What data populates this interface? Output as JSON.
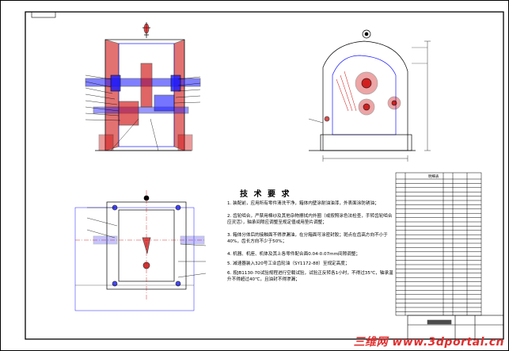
{
  "technical_requirements": {
    "title": "技 术 要 求",
    "items": [
      "1. 装配前，应用所有零件清洗干净，箱体内壁涂耐油油漆，外表面涂防锈油；",
      "2. 齿轮啮合，严禁用棉纱及其他杂物擦拭内外圈（或按照涂色法检查，手转齿轮啮合应灵活），轴承间隙应调整至规定值或用垫片调整；",
      "3. 箱体分体后的接触面不得渗漏油，在分箱面可涂密封胶；斑点在齿高方向不小于40%，齿长方向不少于50%；",
      "4. 机器、机座、机体及其上各零件配合面0.04-0.07mm间隙调整；",
      "5. 减速器装入320号工业齿轮油（SY1172-88）至规定高度；",
      "6. 按JB1130-70试验规程进行空载试验，试验正反转各1小时，不得过35℃，轴承温升不得超过40℃，且油封不得渗漏；"
    ]
  },
  "parts_table": {
    "title": "明细表"
  },
  "watermark": "三维网 www.3dportal.cn",
  "colors": {
    "line": "#000000",
    "detail": "#1a1aff",
    "hatch": "#cc0000",
    "watermark": "#e03030"
  }
}
